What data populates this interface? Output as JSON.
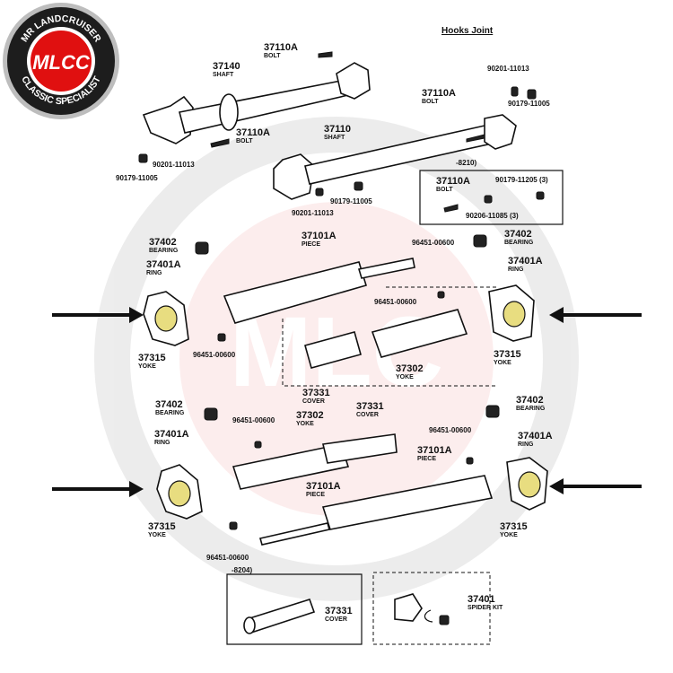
{
  "diagram": {
    "title": "Hooks Joint",
    "logo": {
      "brand_top": "MR LANDCRUISER",
      "brand_mark": "MLCC",
      "brand_bottom": "CLASSIC SPECIALIST"
    },
    "watermark": "MR LANDCRUISER CLASSIC SPECIALIST",
    "colors": {
      "highlight": "#e8dd80",
      "logo_red": "#e01010",
      "arrow": "#111111"
    },
    "labels": [
      {
        "id": "a1",
        "number": "37110A",
        "name": "BOLT"
      },
      {
        "id": "a2",
        "number": "37140",
        "name": "SHAFT"
      },
      {
        "id": "a3",
        "number": "37110A",
        "name": "BOLT"
      },
      {
        "id": "a4",
        "number": "90201-11013",
        "name": ""
      },
      {
        "id": "a5",
        "number": "90179-11005",
        "name": ""
      },
      {
        "id": "a6",
        "number": "90201-11013",
        "name": ""
      },
      {
        "id": "a7",
        "number": "37110A",
        "name": "BOLT"
      },
      {
        "id": "a8",
        "number": "90179-11005",
        "name": ""
      },
      {
        "id": "b1",
        "number": "37110",
        "name": "SHAFT"
      },
      {
        "id": "b2",
        "number": "90179-11005",
        "name": ""
      },
      {
        "id": "b3",
        "number": "90201-11013",
        "name": ""
      },
      {
        "id": "b4",
        "number": "37110A",
        "name": "BOLT"
      },
      {
        "id": "b5",
        "number": "90179-11205 (3)",
        "name": ""
      },
      {
        "id": "b6",
        "number": "90206-11085 (3)",
        "name": ""
      },
      {
        "id": "b7",
        "number": "-8210)",
        "name": ""
      },
      {
        "id": "c1",
        "number": "37402",
        "name": "BEARING"
      },
      {
        "id": "c2",
        "number": "37401A",
        "name": "RING"
      },
      {
        "id": "c3",
        "number": "37101A",
        "name": "PIECE"
      },
      {
        "id": "c4",
        "number": "96451-00600",
        "name": ""
      },
      {
        "id": "c5",
        "number": "37402",
        "name": "BEARING"
      },
      {
        "id": "c6",
        "number": "37401A",
        "name": "RING"
      },
      {
        "id": "c7",
        "number": "96451-00600",
        "name": ""
      },
      {
        "id": "c8",
        "number": "37315",
        "name": "YOKE"
      },
      {
        "id": "c9",
        "number": "96451-00600",
        "name": ""
      },
      {
        "id": "c10",
        "number": "37331",
        "name": "COVER"
      },
      {
        "id": "c11",
        "number": "37302",
        "name": "YOKE"
      },
      {
        "id": "c12",
        "number": "37315",
        "name": "YOKE"
      },
      {
        "id": "d1",
        "number": "37402",
        "name": "BEARING"
      },
      {
        "id": "d2",
        "number": "37401A",
        "name": "RING"
      },
      {
        "id": "d3",
        "number": "96451-00600",
        "name": ""
      },
      {
        "id": "d4",
        "number": "37302",
        "name": "YOKE"
      },
      {
        "id": "d5",
        "number": "37331",
        "name": "COVER"
      },
      {
        "id": "d6",
        "number": "37402",
        "name": "BEARING"
      },
      {
        "id": "d7",
        "number": "96451-00600",
        "name": ""
      },
      {
        "id": "d8",
        "number": "37401A",
        "name": "RING"
      },
      {
        "id": "d9",
        "number": "37101A",
        "name": "PIECE"
      },
      {
        "id": "d10",
        "number": "37101A",
        "name": "PIECE"
      },
      {
        "id": "d11",
        "number": "37315",
        "name": "YOKE"
      },
      {
        "id": "d12",
        "number": "96451-00600",
        "name": ""
      },
      {
        "id": "d13",
        "number": "37315",
        "name": "YOKE"
      },
      {
        "id": "e1",
        "number": "-8204)",
        "name": ""
      },
      {
        "id": "e2",
        "number": "37331",
        "name": "COVER"
      },
      {
        "id": "e3",
        "number": "37401",
        "name": "SPIDER KIT"
      }
    ]
  }
}
